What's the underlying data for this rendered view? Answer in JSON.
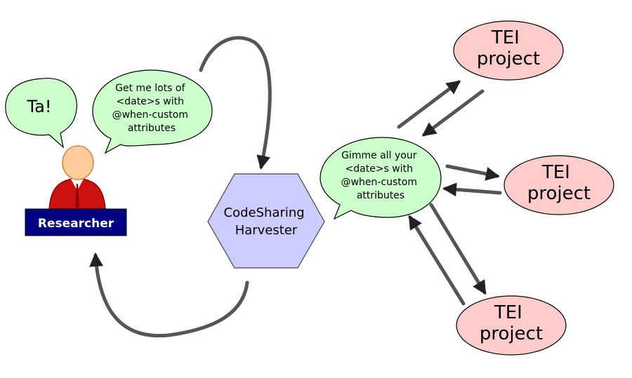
{
  "researcher": {
    "label": "Researcher",
    "speech": "Ta!"
  },
  "request_bubble": {
    "lines": [
      "Get me lots of",
      "<date>s with",
      "@when-custom",
      "attributes"
    ]
  },
  "harvester": {
    "lines": [
      "CodeSharing",
      "Harvester"
    ]
  },
  "query_bubble": {
    "lines": [
      "Gimme all your",
      "<date>s with",
      "@when-custom",
      "attributes"
    ]
  },
  "tei_projects": [
    {
      "lines": [
        "TEI",
        "project"
      ]
    },
    {
      "lines": [
        "TEI",
        "project"
      ]
    },
    {
      "lines": [
        "TEI",
        "project"
      ]
    }
  ],
  "colors": {
    "bubble_fill": "#ccffcc",
    "hexagon_fill": "#ccccff",
    "tei_fill": "#ffcccc",
    "label_bg": "#000080",
    "arrow": "#555555",
    "person_shirt": "#cc1111",
    "person_skin": "#ffcc99"
  }
}
